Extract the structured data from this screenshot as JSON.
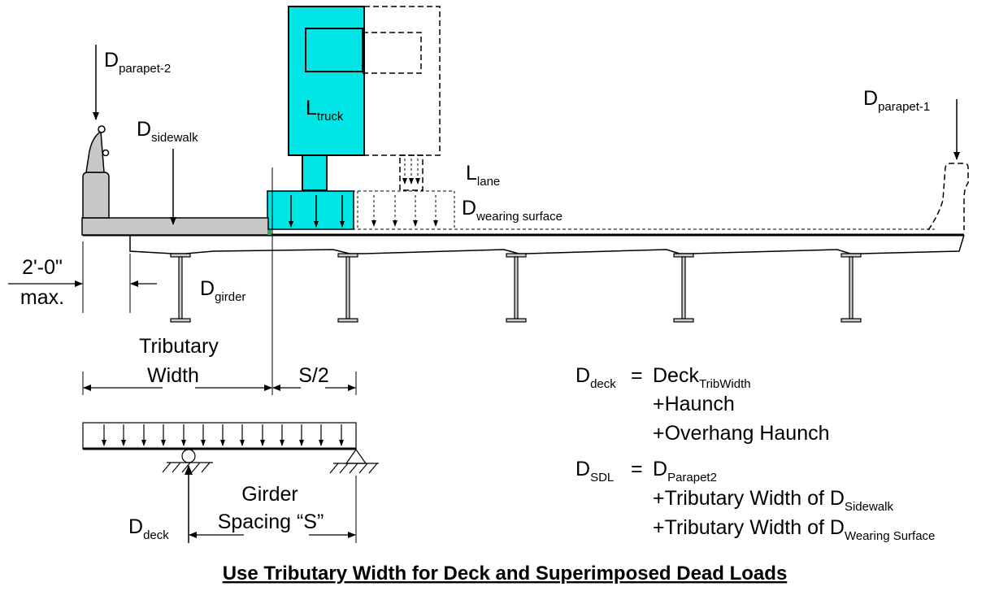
{
  "colors": {
    "truck_fill": "#00e5e5",
    "concrete_fill": "#c8c8c8",
    "line": "#000000",
    "joint_marker": "#22b14c"
  },
  "labels": {
    "parapet2": {
      "main": "D",
      "sub": "parapet-2"
    },
    "parapet1": {
      "main": "D",
      "sub": "parapet-1"
    },
    "sidewalk": {
      "main": "D",
      "sub": "sidewalk"
    },
    "truck": {
      "main": "L",
      "sub": "truck"
    },
    "lane": {
      "main": "L",
      "sub": "lane"
    },
    "wearing": {
      "main": "D",
      "sub": "wearing surface"
    },
    "girder": {
      "main": "D",
      "sub": "girder"
    },
    "deck_load": {
      "main": "D",
      "sub": "deck"
    },
    "overhang_line1": "2'-0\"",
    "overhang_line2": "max.",
    "trib_line1": "Tributary",
    "trib_line2": "Width",
    "half_spacing": "S/2",
    "spacing_line1": "Girder",
    "spacing_line2": "Spacing “S”"
  },
  "equations": {
    "deck": {
      "lhs_main": "D",
      "lhs_sub": "deck",
      "eq": "=",
      "term1_main": "Deck",
      "term1_sub": "TribWidth",
      "term2": "+Haunch",
      "term3": "+Overhang Haunch"
    },
    "sdl": {
      "lhs_main": "D",
      "lhs_sub": "SDL",
      "eq": "=",
      "term1_main": "D",
      "term1_sub": "Parapet2",
      "term2_main": "+Tributary Width of D",
      "term2_sub": "Sidewalk",
      "term3_main": "+Tributary Width of D",
      "term3_sub": "Wearing Surface"
    }
  },
  "caption": "Use Tributary Width for Deck and Superimposed Dead Loads"
}
